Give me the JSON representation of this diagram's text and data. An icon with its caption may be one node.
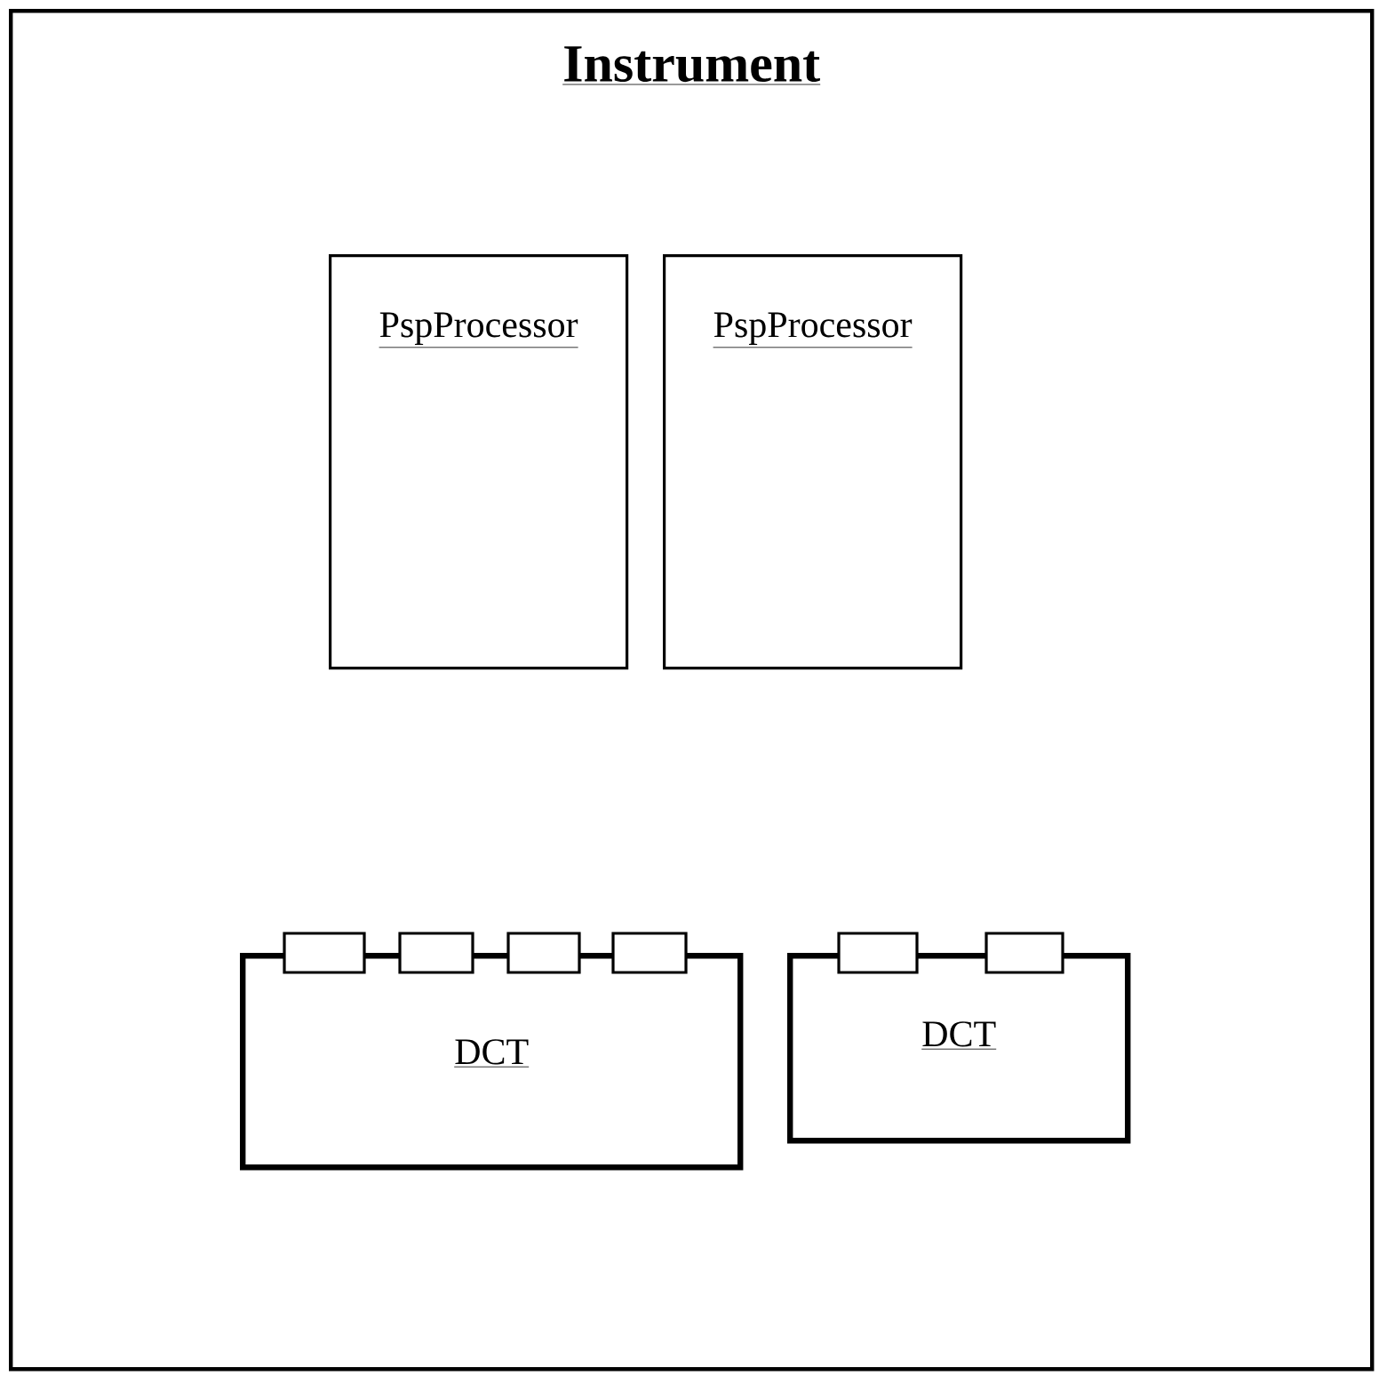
{
  "diagram": {
    "nodes": [
      {
        "text": [
          "Instrument"
        ]
      },
      {
        "text": [
          "PspProcessor"
        ],
        "in": 0
      },
      {
        "text": [
          "PspProcessor"
        ],
        "in": 0
      },
      {
        "text": [
          "DCT"
        ],
        "in": 0
      },
      {
        "text": [
          "DCT"
        ],
        "in": 0
      }
    ]
  }
}
